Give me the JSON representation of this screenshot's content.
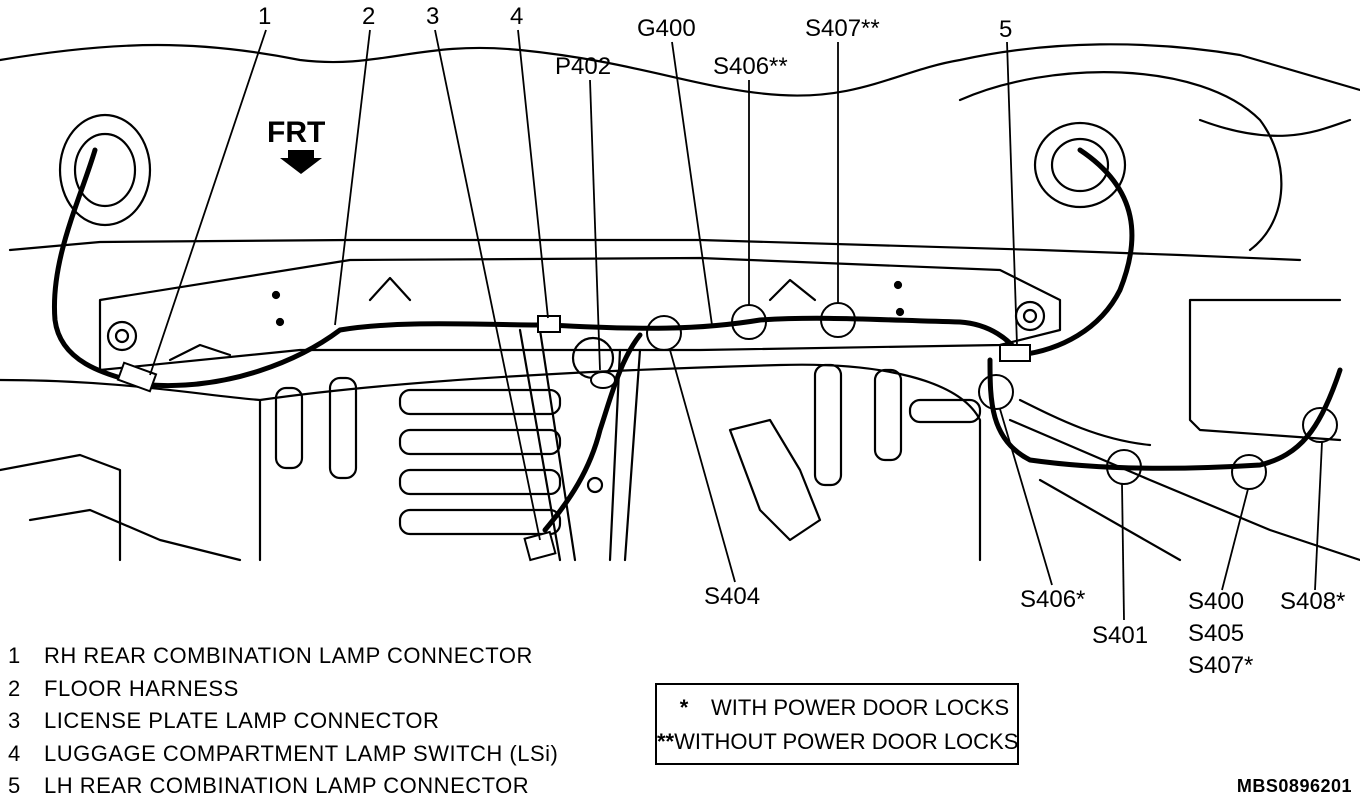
{
  "diagram": {
    "orientation_label": "FRT",
    "callouts": [
      {
        "id": "1",
        "text": "1"
      },
      {
        "id": "2",
        "text": "2"
      },
      {
        "id": "3",
        "text": "3"
      },
      {
        "id": "4",
        "text": "4"
      },
      {
        "id": "5",
        "text": "5"
      }
    ],
    "splice_labels": {
      "g400": "G400",
      "p402": "P402",
      "s406_top": "S406**",
      "s407_top": "S407**",
      "s404": "S404",
      "s406_bottom": "S406*",
      "s401": "S401",
      "s400": "S400",
      "s405": "S405",
      "s407_bottom": "S407*",
      "s408": "S408*"
    }
  },
  "legend": [
    {
      "num": "1",
      "text": "RH REAR COMBINATION LAMP CONNECTOR"
    },
    {
      "num": "2",
      "text": "FLOOR HARNESS"
    },
    {
      "num": "3",
      "text": "LICENSE PLATE LAMP CONNECTOR"
    },
    {
      "num": "4",
      "text": "LUGGAGE COMPARTMENT LAMP SWITCH (LSi)"
    },
    {
      "num": "5",
      "text": "LH REAR COMBINATION LAMP CONNECTOR"
    }
  ],
  "notes": [
    {
      "symbol": "*",
      "text": "WITH POWER DOOR LOCKS"
    },
    {
      "symbol": "**",
      "text": "WITHOUT POWER DOOR LOCKS"
    }
  ],
  "reference_code": "MBS0896201"
}
